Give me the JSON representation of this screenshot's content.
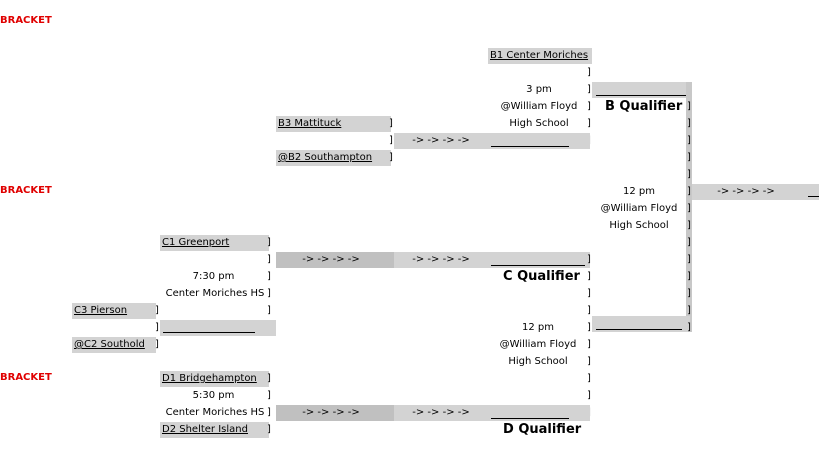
{
  "bracket_labels": [
    "BRACKET",
    "BRACKET",
    "BRACKET"
  ],
  "teams": {
    "b1": "B1 Center Moriches",
    "b3": "B3   Mattituck",
    "b2": "@B2   Southampton",
    "c1": "C1  Greenport",
    "c3": "C3  Pierson",
    "c2": "@C2  Southold",
    "d1": "D1  Bridgehampton",
    "d2": "D2  Shelter Island"
  },
  "games": {
    "b_time": "3 pm",
    "b_loc1": "@William Floyd",
    "b_loc2": "High School",
    "final_time": "12 pm",
    "final_loc1": "@William Floyd",
    "final_loc2": "High School",
    "c_game_time": "7:30 pm",
    "c_game_loc": "Center Moriches HS",
    "cd_time": "12 pm",
    "cd_loc1": "@William Floyd",
    "cd_loc2": "High School",
    "d_game_time": "5:30 pm",
    "d_game_loc": "Center Moriches HS"
  },
  "qualifiers": {
    "b": "B Qualifier",
    "c": "C Qualifier",
    "d": "D Qualifier"
  },
  "arrow_text": "-> -> -> ->",
  "bracket_char": "]"
}
